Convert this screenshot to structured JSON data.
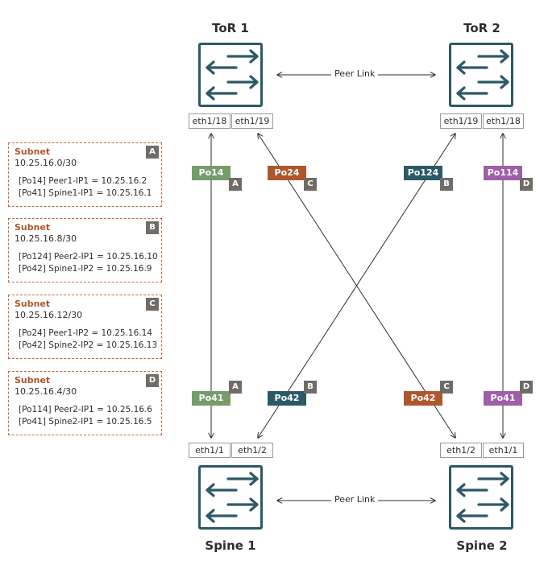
{
  "devices": {
    "tor1": {
      "title": "ToR 1",
      "ports": [
        "eth1/18",
        "eth1/19"
      ]
    },
    "tor2": {
      "title": "ToR 2",
      "ports": [
        "eth1/19",
        "eth1/18"
      ]
    },
    "spine1": {
      "title": "Spine 1",
      "ports": [
        "eth1/1",
        "eth1/2"
      ]
    },
    "spine2": {
      "title": "Spine 2",
      "ports": [
        "eth1/2",
        "eth1/1"
      ]
    }
  },
  "peer_links": {
    "top": "Peer Link",
    "bottom": "Peer Link"
  },
  "portchannels": {
    "top": [
      {
        "label": "Po14",
        "tag": "A"
      },
      {
        "label": "Po24",
        "tag": "C"
      },
      {
        "label": "Po124",
        "tag": "B"
      },
      {
        "label": "Po114",
        "tag": "D"
      }
    ],
    "bottom": [
      {
        "label": "Po41",
        "tag": "A"
      },
      {
        "label": "Po42",
        "tag": "B"
      },
      {
        "label": "Po42",
        "tag": "C"
      },
      {
        "label": "Po41",
        "tag": "D"
      }
    ]
  },
  "subnets": [
    {
      "tag": "A",
      "title": "Subnet",
      "cidr": "10.25.16.0/30",
      "line1": "[Po14] Peer1-IP1 = 10.25.16.2",
      "line2": "[Po41] Spine1-IP1 = 10.25.16.1"
    },
    {
      "tag": "B",
      "title": "Subnet",
      "cidr": "10.25.16.8/30",
      "line1": "[Po124] Peer2-IP1 = 10.25.16.10",
      "line2": "[Po42] Spine1-IP2 = 10.25.16.9"
    },
    {
      "tag": "C",
      "title": "Subnet",
      "cidr": "10.25.16.12/30",
      "line1": "[Po24] Peer1-IP2 = 10.25.16.14",
      "line2": "[Po42] Spine2-IP2 = 10.25.16.13"
    },
    {
      "tag": "D",
      "title": "Subnet",
      "cidr": "10.25.16.4/30",
      "line1": "[Po114] Peer2-IP1 = 10.25.16.6",
      "line2": "[Po41] Spine2-IP1 = 10.25.16.5"
    }
  ],
  "colors": {
    "switch_border": "#2d5967",
    "po_green": "#759c6c",
    "po_orange": "#ae562c",
    "po_teal": "#2c5967",
    "po_purple": "#9e5ea8",
    "tag_gray": "#716c67",
    "subnet_border": "#c7683d"
  }
}
